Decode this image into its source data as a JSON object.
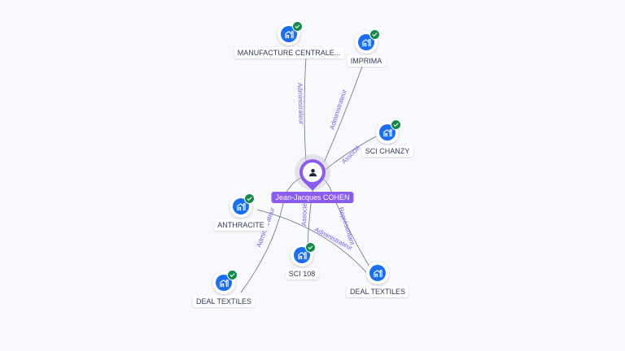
{
  "center": {
    "name": "Jean-Jacques COHEN",
    "icon": "person-icon"
  },
  "nodes": [
    {
      "label": "MANUFACTURE CENTRALE...",
      "verified": true
    },
    {
      "label": "IMPRIMA",
      "verified": true
    },
    {
      "label": "SCI CHANZY",
      "verified": true
    },
    {
      "label": "ANTHRACITE",
      "verified": true
    },
    {
      "label": "SCI 108",
      "verified": true
    },
    {
      "label": "DEAL TEXTILES",
      "verified": false
    },
    {
      "label": "DEAL TEXTILES",
      "verified": true
    }
  ],
  "edges": [
    {
      "label": "Administrateur"
    },
    {
      "label": "Administrateur"
    },
    {
      "label": "Associé"
    },
    {
      "label": "Administrateur"
    },
    {
      "label": "Associé"
    },
    {
      "label": "Représentant"
    },
    {
      "label": "Administrateur"
    }
  ],
  "colors": {
    "accent": "#8a5cf0",
    "node": "#1a6ff0",
    "verified": "#168a4a"
  }
}
